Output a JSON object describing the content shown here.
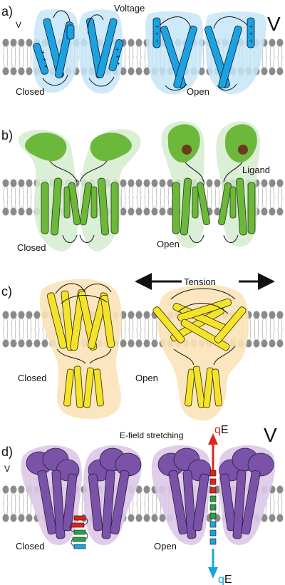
{
  "panels": [
    {
      "letter": "a)",
      "stimulus": "Voltage",
      "v_small": "V",
      "v_large": "V",
      "closed": "Closed",
      "open": "Open",
      "colors": {
        "helix": "#1ba3e0",
        "shell": "#c6e6f7"
      }
    },
    {
      "letter": "b)",
      "stimulus": "Ligand",
      "closed": "Closed",
      "open": "Open",
      "colors": {
        "helix": "#6cb83a",
        "shell": "#d5ecd0",
        "ligand": "#6b3a1f"
      }
    },
    {
      "letter": "c)",
      "stimulus": "Tension",
      "closed": "Closed",
      "open": "Open",
      "colors": {
        "helix": "#f4e32a",
        "shell": "#fbe3b8"
      }
    },
    {
      "letter": "d)",
      "stimulus": "E-field stretching",
      "v_small": "V",
      "v_large": "V",
      "closed": "Closed",
      "open": "Open",
      "charge_top_q": "q",
      "charge_top_e": "E",
      "charge_bottom_q": "q",
      "charge_bottom_e": "E",
      "colors": {
        "helix": "#7a52a8",
        "shell": "#dcc8e8",
        "up_arrow": "#e0231b",
        "down_arrow": "#1ba3e0",
        "segments": [
          "#e0231b",
          "#2aa14a",
          "#1ba3e0"
        ]
      }
    }
  ]
}
